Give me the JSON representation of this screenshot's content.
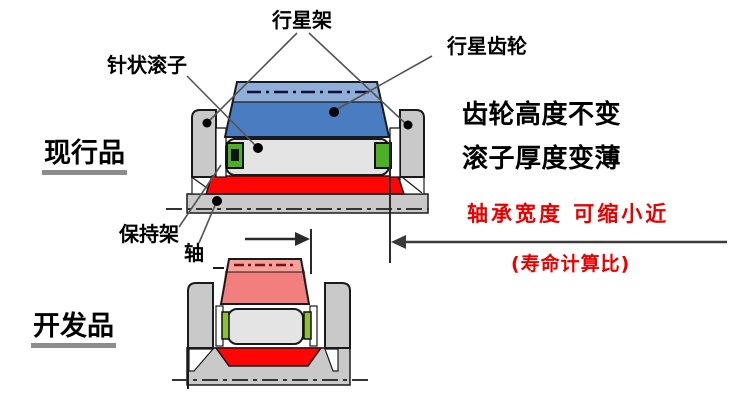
{
  "diagram": {
    "labels": {
      "planet_carrier": "行星架",
      "planet_gear": "行星齿轮",
      "needle_roller": "针状滚子",
      "cage": "保持架",
      "shaft": "轴",
      "current_product": "现行品",
      "developed_product": "开发品"
    },
    "annotations": {
      "gear_height": "齿轮高度不变",
      "roller_thickness": "滚子厚度变薄",
      "bearing_width_line1": "轴承宽度 可缩小近",
      "bearing_width_line2": "(寿命计算比)"
    },
    "colors": {
      "gear_blue": "#4A7CC2",
      "gear_blue_light": "#8FAFD9",
      "gear_pink": "#F37E7E",
      "gear_pink_light": "#F5A09A",
      "shaft_red": "#FF0505",
      "cage_green": "#4CB122",
      "cage_green_light": "#8FBF3A",
      "metal_gray": "#C9C9C9",
      "roller_gray": "#E4E4E4",
      "annotation_red": "#E80000"
    }
  }
}
